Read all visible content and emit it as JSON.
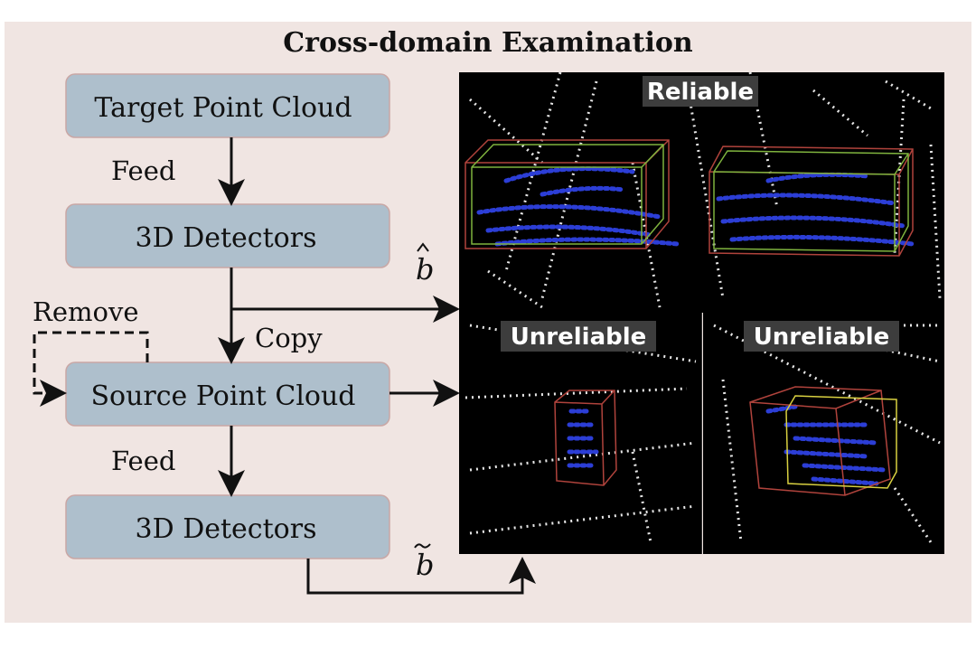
{
  "title": "Cross-domain Examination",
  "nodes": {
    "target": "Target Point Cloud",
    "detector_top": "3D Detectors",
    "source": "Source Point Cloud",
    "detector_bottom": "3D Detectors"
  },
  "edge_labels": {
    "feed_top": "Feed",
    "feed_bottom": "Feed",
    "copy": "Copy",
    "remove": "Remove",
    "b_hat": "b",
    "b_tilde": "b"
  },
  "panels": {
    "reliable": "Reliable",
    "unreliable_left": "Unreliable",
    "unreliable_right": "Unreliable"
  },
  "colors": {
    "background": "#f0e5e2",
    "node_fill": "#aebfcc",
    "node_stroke": "#c9a7a5",
    "panel_bg": "#000000",
    "points": "#e6e6e6",
    "object_points": "#2c3ed6",
    "box_red": "#b0433c",
    "box_green": "#7fb33e",
    "box_yellow": "#d8d040"
  }
}
